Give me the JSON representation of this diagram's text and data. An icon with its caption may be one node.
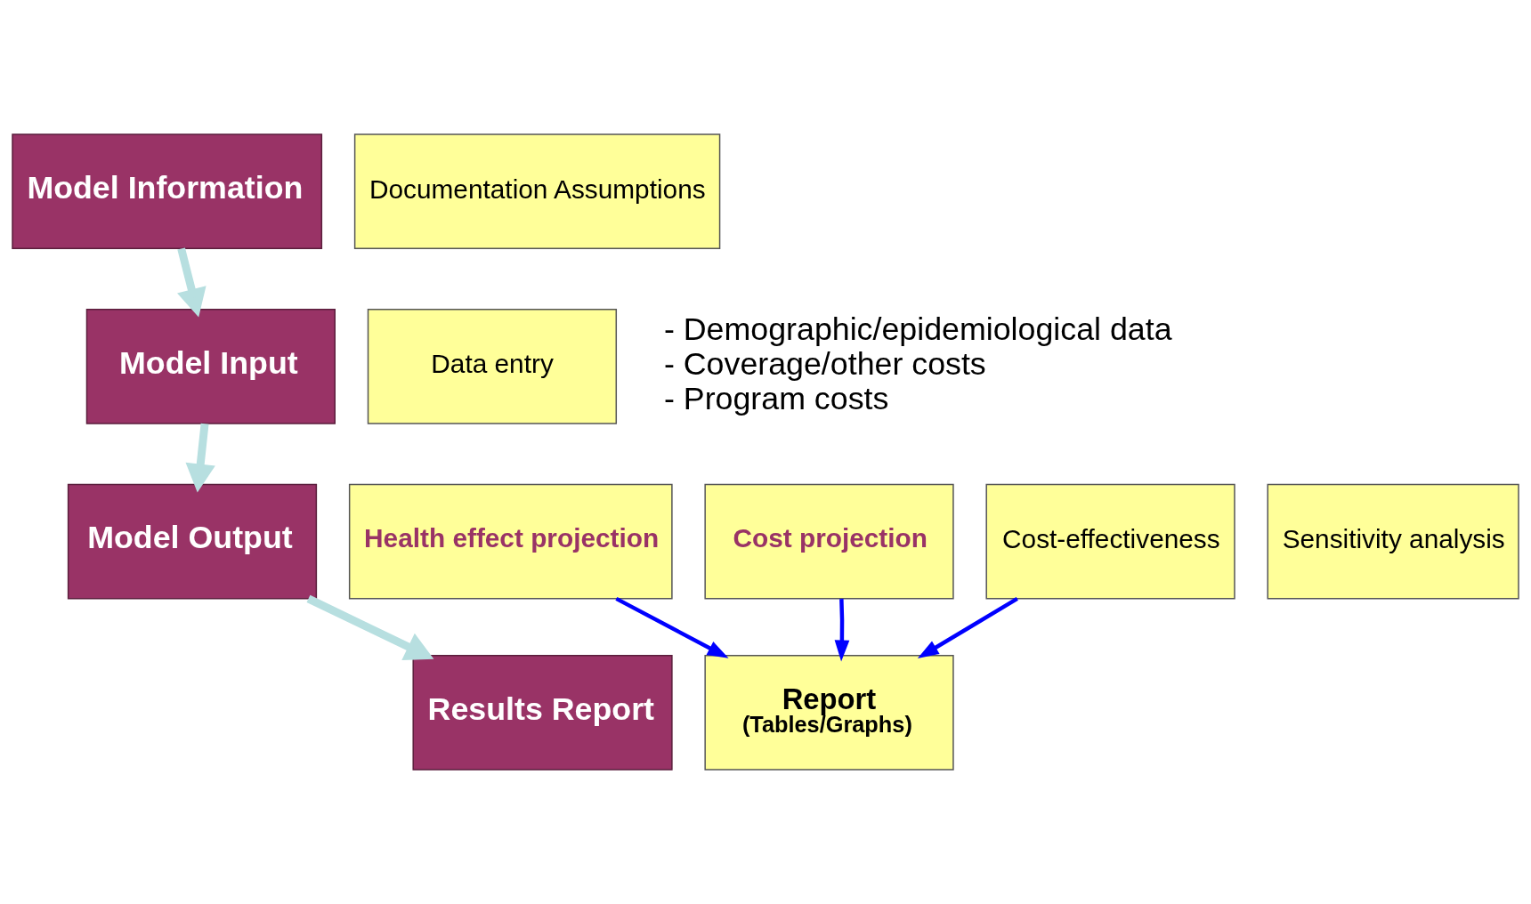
{
  "diagram": {
    "nodes": [
      {
        "text": [
          "Model Information"
        ]
      },
      {
        "text": [
          "Documentation Assumptions"
        ]
      },
      {
        "text": [
          "Model Input"
        ]
      },
      {
        "text": [
          "Data entry"
        ],
        "beside": [
          "- Demographic/epidemiological data",
          "- Coverage/other costs",
          "- Program costs"
        ]
      },
      {
        "text": [
          "Model Output"
        ]
      },
      {
        "text": [
          "Health effect projection"
        ]
      },
      {
        "text": [
          "Cost projection"
        ]
      },
      {
        "text": [
          "Cost-effectiveness"
        ]
      },
      {
        "text": [
          "Sensitivity analysis"
        ]
      },
      {
        "text": [
          "Results Report"
        ]
      },
      {
        "text": [
          "Report",
          "(Tables/Graphs)"
        ]
      }
    ],
    "edges": [
      {
        "from": 0,
        "to": 2,
        "arrow": "to",
        "style": "thick"
      },
      {
        "from": 2,
        "to": 4,
        "arrow": "to",
        "style": "thick"
      },
      {
        "from": 4,
        "to": 9,
        "arrow": "to",
        "style": "thick"
      },
      {
        "from": 5,
        "to": 10,
        "arrow": "to",
        "color": "#0000ff"
      },
      {
        "from": 6,
        "to": 10,
        "arrow": "to",
        "color": "#0000ff"
      },
      {
        "from": 7,
        "to": 10,
        "arrow": "to",
        "color": "#0000ff"
      }
    ]
  }
}
